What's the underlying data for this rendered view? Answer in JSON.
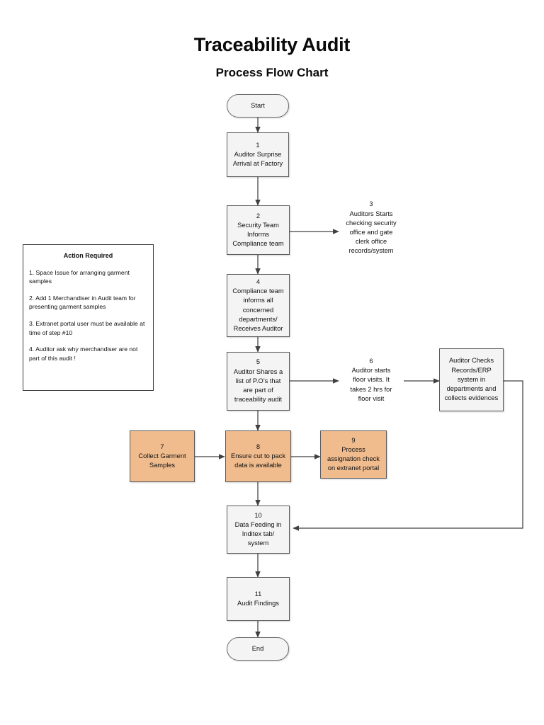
{
  "title": "Traceability Audit",
  "subtitle": "Process Flow Chart",
  "colors": {
    "orange_fill": "#F0BC8E",
    "gray_fill": "#F4F4F4",
    "border": "#595959",
    "connector": "#404040"
  },
  "nodes": {
    "start": {
      "label": "Start",
      "shape": "terminator"
    },
    "n1": {
      "num": "1",
      "text": "Auditor Surprise\nArrival at Factory",
      "shape": "process"
    },
    "n2": {
      "num": "2",
      "text": "Security Team\nInforms\nCompliance team",
      "shape": "process"
    },
    "n3": {
      "num": "3",
      "text": "Auditors Starts\nchecking security\noffice and gate\nclerk office\nrecords/system",
      "shape": "document"
    },
    "n4": {
      "num": "4",
      "text": "Compliance team\ninforms all\nconcerned\ndepartments/\nReceives Auditor",
      "shape": "process"
    },
    "n5": {
      "num": "5",
      "text": "Auditor Shares a\nlist of P.O’s that\nare part of\ntraceability audit",
      "shape": "process"
    },
    "n6": {
      "num": "6",
      "text": "Auditor starts\nfloor visits. It\ntakes 2 hrs for\nfloor visit",
      "shape": "document"
    },
    "n_records": {
      "num": "",
      "text": "Auditor Checks\nRecords/ERP\nsystem in\ndepartments and\ncollects evidences",
      "shape": "process"
    },
    "n7": {
      "num": "7",
      "text": "Collect Garment\nSamples",
      "shape": "process-orange"
    },
    "n8": {
      "num": "8",
      "text": "Ensure cut to pack\ndata is available",
      "shape": "process-orange"
    },
    "n9": {
      "num": "9",
      "text": "Process\nassignation check\non extranet portal",
      "shape": "process-orange"
    },
    "n10": {
      "num": "10",
      "text": "Data Feeding in\nInditex tab/\nsystem",
      "shape": "process"
    },
    "n11": {
      "num": "11",
      "text": "Audit Findings",
      "shape": "process"
    },
    "end": {
      "label": "End",
      "shape": "terminator"
    }
  },
  "action_note": {
    "title": "Action Required",
    "items": [
      "1. Space Issue for arranging garment samples",
      "2. Add 1 Merchandiser in Audit team for presenting garment samples",
      "3. Extranet portal user must be available at time of step #10",
      "4. Auditor ask why merchandiser are not part of this audit !"
    ]
  }
}
